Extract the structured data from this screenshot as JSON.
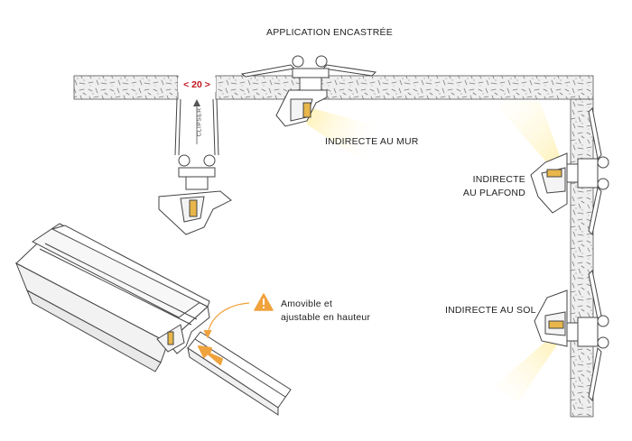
{
  "title": "APPLICATION ENCASTRÉE",
  "dimension": "< 20 >",
  "clip_label": "CLIPSER",
  "labels": {
    "wall": "INDIRECTE AU MUR",
    "ceiling_line1": "INDIRECTE",
    "ceiling_line2": "AU PLAFOND",
    "floor": "INDIRECTE AU SOL"
  },
  "note": {
    "line1": "Amovible et",
    "line2": "ajustable en hauteur",
    "icon": "warning-icon"
  },
  "colors": {
    "dimension": "#c0141b",
    "warning": "#f0a23c",
    "arrow": "#f0a23c",
    "light_beam": "#fff3c2",
    "led": "#e8b64a",
    "concrete": "#eeeeee",
    "outline": "#444444"
  }
}
